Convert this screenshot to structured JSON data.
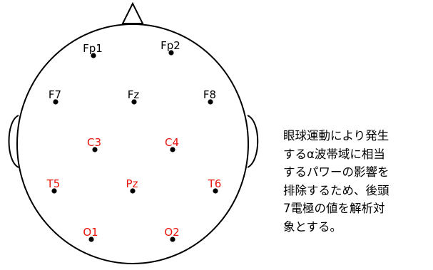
{
  "electrodes": [
    {
      "id": "Fp1",
      "label": "Fp1",
      "color": "#000000"
    },
    {
      "id": "Fp2",
      "label": "Fp2",
      "color": "#000000"
    },
    {
      "id": "F7",
      "label": "F7",
      "color": "#000000"
    },
    {
      "id": "Fz",
      "label": "Fz",
      "color": "#000000"
    },
    {
      "id": "F8",
      "label": "F8",
      "color": "#000000"
    },
    {
      "id": "C3",
      "label": "C3",
      "color": "#e8140c"
    },
    {
      "id": "C4",
      "label": "C4",
      "color": "#e8140c"
    },
    {
      "id": "T5",
      "label": "T5",
      "color": "#e8140c"
    },
    {
      "id": "Pz",
      "label": "Pz",
      "color": "#e8140c"
    },
    {
      "id": "T6",
      "label": "T6",
      "color": "#e8140c"
    },
    {
      "id": "O1",
      "label": "O1",
      "color": "#e8140c"
    },
    {
      "id": "O2",
      "label": "O2",
      "color": "#e8140c"
    }
  ],
  "note_lines": [
    "眼球運動により発生",
    "するα波帯域に相当",
    "するパワーの影響を",
    "排除するため、後頭",
    "7電極の値を解析対",
    "象とする。"
  ]
}
